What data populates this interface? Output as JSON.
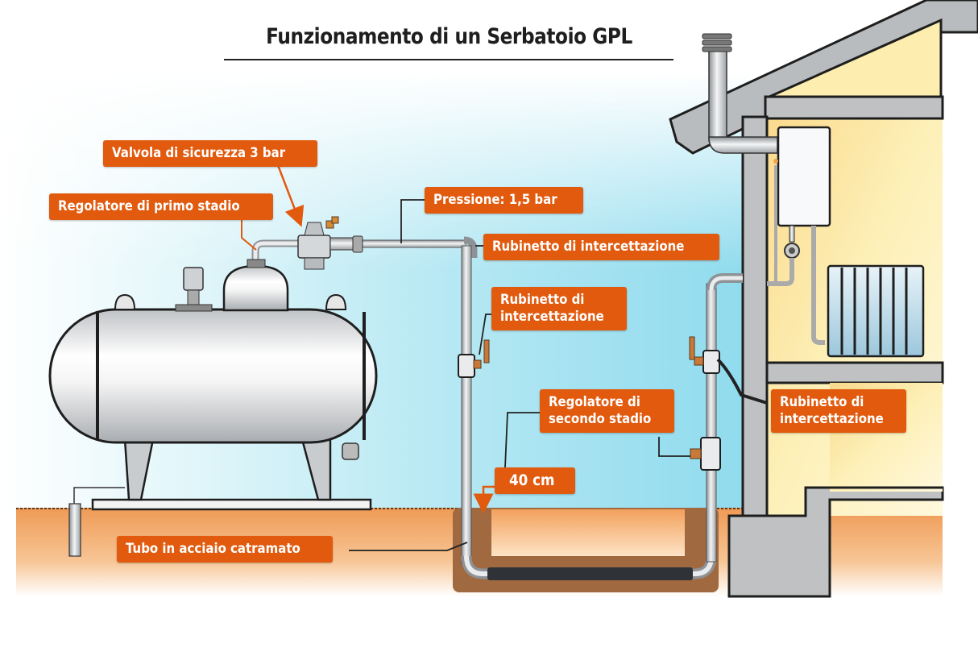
{
  "title": "Funzionamento di un Serbatoio GPL",
  "colors": {
    "label_bg": "#e15a0e",
    "label_text": "#ffffff",
    "sky": "#a8e4f0",
    "ground": "#f2a868",
    "house_interior": "#fdf0b8",
    "wall": "#bfc1c3"
  },
  "labels": {
    "safety_valve": "Valvola di sicurezza 3 bar",
    "first_stage_regulator": "Regolatore di primo stadio",
    "pressure": "Pressione: 1,5 bar",
    "shutoff_valve_top": "Rubinetto di intercettazione",
    "shutoff_valve_mid_line1": "Rubinetto di",
    "shutoff_valve_mid_line2": "intercettazione",
    "second_stage_line1": "Regolatore di",
    "second_stage_line2": "secondo stadio",
    "depth": "40 cm",
    "shutoff_valve_house_line1": "Rubinetto di",
    "shutoff_valve_house_line2": "intercettazione",
    "pipe": "Tubo in acciaio catramato"
  },
  "components": [
    "lpg-tank",
    "first-stage-regulator",
    "safety-valve",
    "shutoff-valve",
    "second-stage-regulator",
    "buried-pipe",
    "house",
    "boiler",
    "radiator",
    "chimney-flue"
  ]
}
